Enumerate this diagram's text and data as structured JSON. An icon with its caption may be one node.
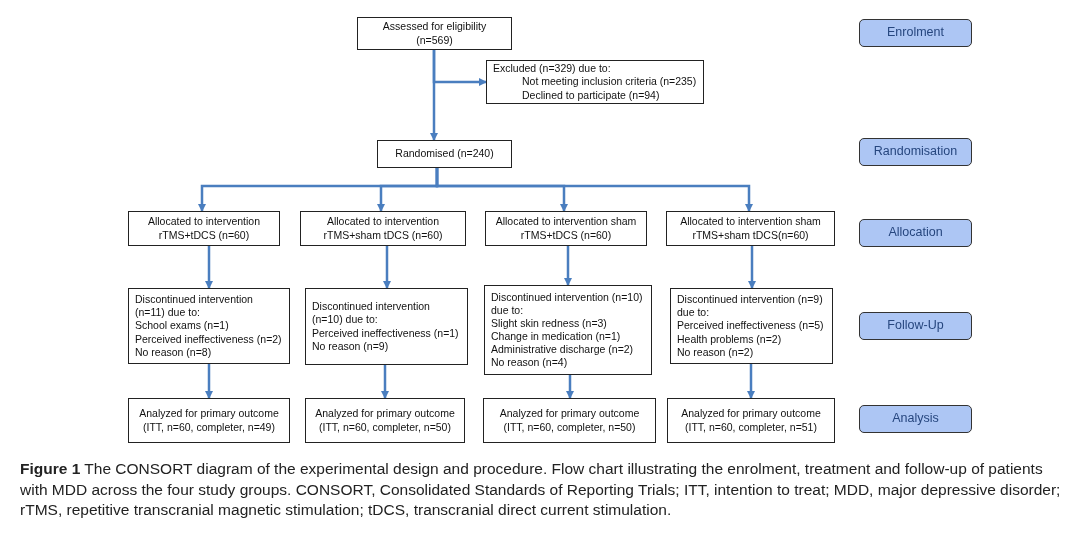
{
  "diagram": {
    "caption": "**Figure 1**    The CONSORT diagram of the experimental design and procedure. Flow chart illustrating the enrolment, treatment and follow-up of patients with MDD across the four study groups. CONSORT, Consolidated Standards of Reporting Trials; ITT, intention to treat; MDD, major depressive disorder; rTMS, repetitive transcranial magnetic stimulation; tDCS, transcranial direct current stimulation.",
    "nodes": [
      {
        "text": [
          "Assessed for eligibility (n=569)"
        ]
      },
      {
        "text": [
          "Excluded (n=329) due to:",
          "Not meeting inclusion criteria (n=235)",
          "Declined to participate (n=94)"
        ]
      },
      {
        "text": [
          "Randomised (n=240)"
        ]
      },
      {
        "text": [
          "Allocated to intervention rTMS+tDCS (n=60)"
        ]
      },
      {
        "text": [
          "Allocated to intervention rTMS+sham tDCS (n=60)"
        ]
      },
      {
        "text": [
          "Allocated to intervention sham rTMS+tDCS (n=60)"
        ]
      },
      {
        "text": [
          "Allocated to intervention sham rTMS+sham tDCS(n=60)"
        ]
      },
      {
        "text": [
          "Discontinued intervention (n=11) due to:",
          "School exams (n=1)",
          "Perceived ineffectiveness (n=2)",
          "No reason (n=8)"
        ]
      },
      {
        "text": [
          "Discontinued intervention (n=10) due to:",
          "Perceived ineffectiveness (n=1)",
          "No reason (n=9)"
        ]
      },
      {
        "text": [
          "Discontinued intervention (n=10) due to:",
          "Slight skin redness (n=3)",
          "Change in medication (n=1)",
          "Administrative discharge (n=2)",
          "No reason (n=4)"
        ]
      },
      {
        "text": [
          "Discontinued intervention (n=9) due to:",
          "Perceived ineffectiveness (n=5)",
          "Health problems (n=2)",
          "No reason (n=2)"
        ]
      },
      {
        "text": [
          "Analyzed for primary outcome",
          "(ITT, n=60, completer, n=49)"
        ]
      },
      {
        "text": [
          "Analyzed for primary outcome",
          "(ITT, n=60, completer, n=50)"
        ]
      },
      {
        "text": [
          "Analyzed for primary outcome",
          "(ITT, n=60, completer, n=50)"
        ]
      },
      {
        "text": [
          "Analyzed for primary outcome",
          "(ITT, n=60, completer, n=51)"
        ]
      },
      {
        "text": [
          "Enrolment"
        ]
      },
      {
        "text": [
          "Randomisation"
        ]
      },
      {
        "text": [
          "Allocation"
        ]
      },
      {
        "text": [
          "Follow-Up"
        ]
      },
      {
        "text": [
          "Analysis"
        ]
      }
    ],
    "edges": [
      {
        "from": 0,
        "to": 1,
        "arrow": "to"
      },
      {
        "from": 0,
        "to": 2,
        "arrow": "to"
      },
      {
        "from": 2,
        "to": 3,
        "arrow": "to"
      },
      {
        "from": 2,
        "to": 4,
        "arrow": "to"
      },
      {
        "from": 2,
        "to": 5,
        "arrow": "to"
      },
      {
        "from": 2,
        "to": 6,
        "arrow": "to"
      },
      {
        "from": 3,
        "to": 7,
        "arrow": "to"
      },
      {
        "from": 4,
        "to": 8,
        "arrow": "to"
      },
      {
        "from": 5,
        "to": 9,
        "arrow": "to"
      },
      {
        "from": 6,
        "to": 10,
        "arrow": "to"
      },
      {
        "from": 7,
        "to": 11,
        "arrow": "to"
      },
      {
        "from": 8,
        "to": 12,
        "arrow": "to"
      },
      {
        "from": 9,
        "to": 13,
        "arrow": "to"
      },
      {
        "from": 10,
        "to": 14,
        "arrow": "to"
      }
    ]
  }
}
